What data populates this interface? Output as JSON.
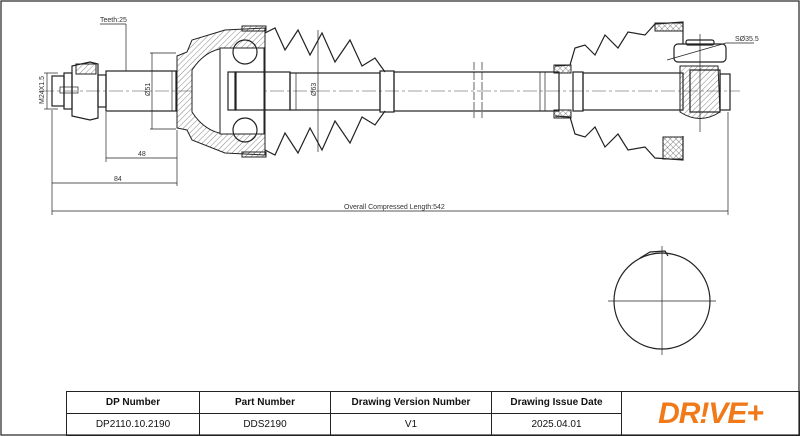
{
  "drawing": {
    "labels": {
      "teeth": "Teeth:25",
      "thread": "M24X1.5",
      "dia51": "Ø51",
      "dia63": "Ø63",
      "dim48": "48",
      "dim84": "84",
      "overall": "Overall Compressed Length:542",
      "sphere": "SØ35.5"
    }
  },
  "title_block": {
    "headers": [
      "DP Number",
      "Part Number",
      "Drawing Version Number",
      "Drawing Issue Date"
    ],
    "values": [
      "DP2110.10.2190",
      "DDS2190",
      "V1",
      "2025.04.01"
    ],
    "logo": "DR!VE+"
  },
  "colors": {
    "brand": "#f07a1a",
    "line": "#222222"
  }
}
